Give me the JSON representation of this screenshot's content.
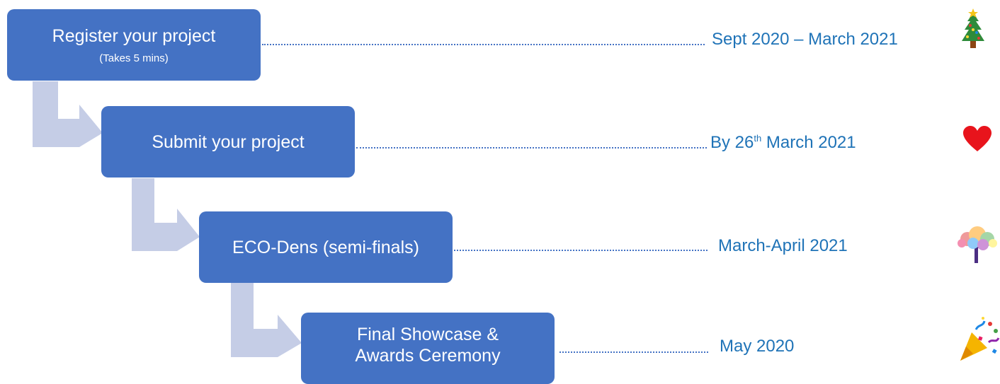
{
  "steps": [
    {
      "title": "Register your project",
      "note": "(Takes 5 mins)",
      "date": "Sept 2020 – March 2021",
      "icon": "christmas-tree-icon"
    },
    {
      "title": "Submit your project",
      "date_pre": "By 26",
      "date_sup": "th",
      "date_post": " March 2021",
      "icon": "heart-icon"
    },
    {
      "title": "ECO-Dens (semi-finals)",
      "date": "March-April 2021",
      "icon": "blossom-tree-icon"
    },
    {
      "title_line1": "Final Showcase &",
      "title_line2": "Awards Ceremony",
      "date": "May 2020",
      "icon": "party-popper-icon"
    }
  ],
  "colors": {
    "box": "#4472c4",
    "arrow": "#c5cde6",
    "date_text": "#1f73b7"
  }
}
